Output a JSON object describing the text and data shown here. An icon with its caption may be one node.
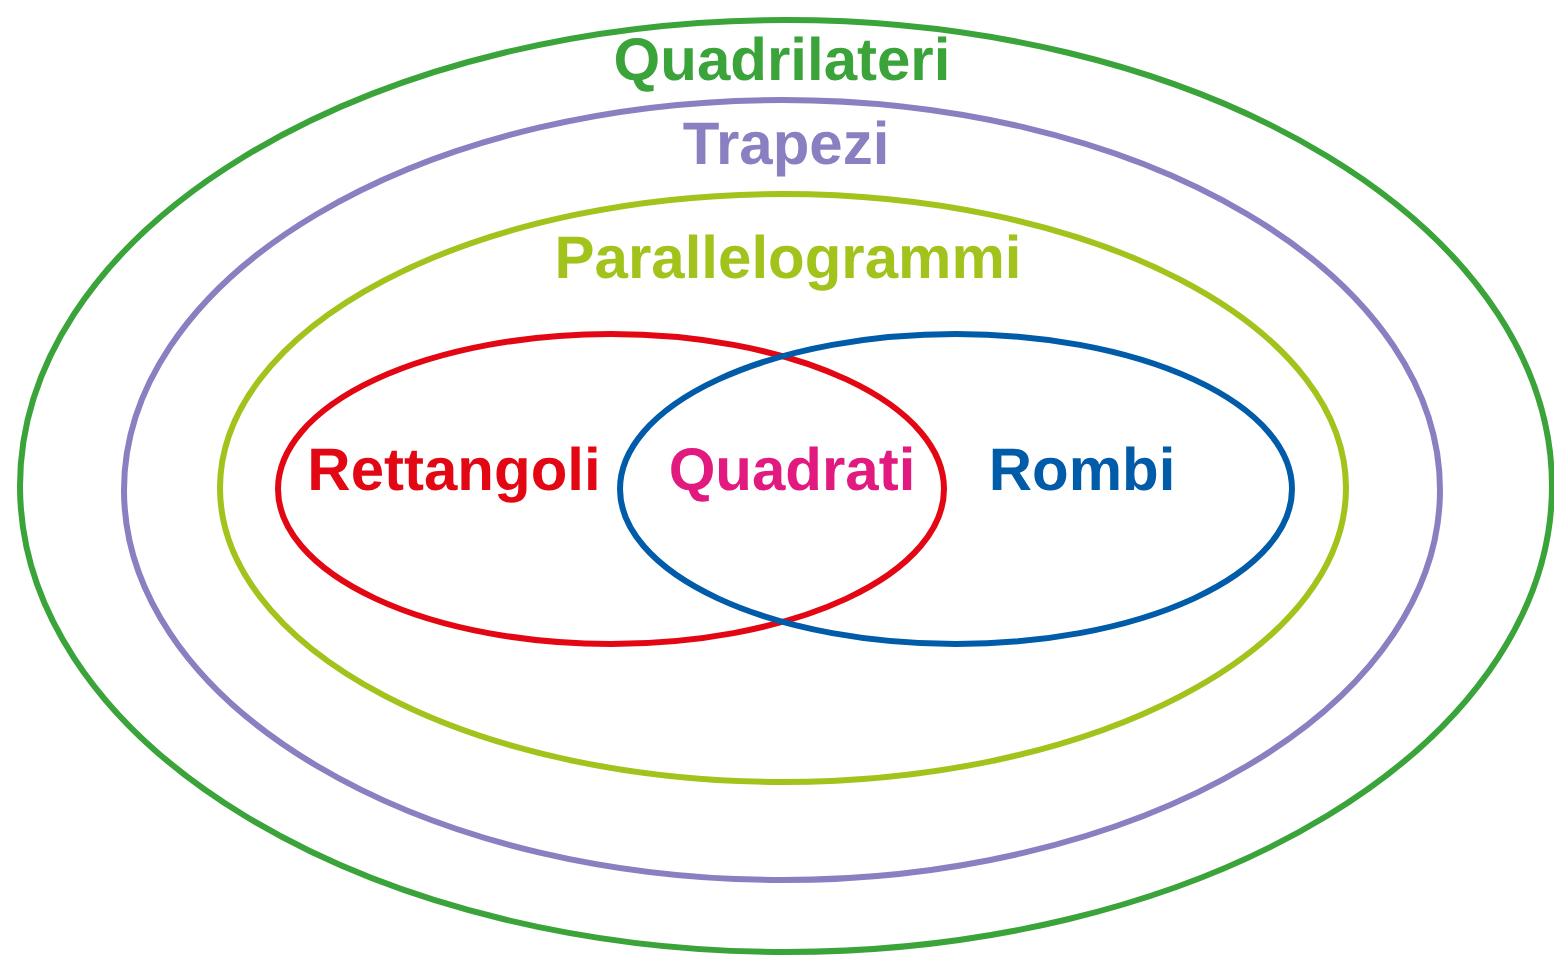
{
  "diagram": {
    "nodes": [
      {
        "text": [
          "Quadrilateri"
        ]
      },
      {
        "text": [
          "Trapezi"
        ],
        "in": 0
      },
      {
        "text": [
          "Parallelogrammi"
        ],
        "in": 1
      },
      {
        "text": [
          "Rettangoli"
        ],
        "in": 2
      },
      {
        "text": [
          "Rombi"
        ],
        "in": 2
      }
    ],
    "labels": [
      "Quadrati"
    ]
  }
}
